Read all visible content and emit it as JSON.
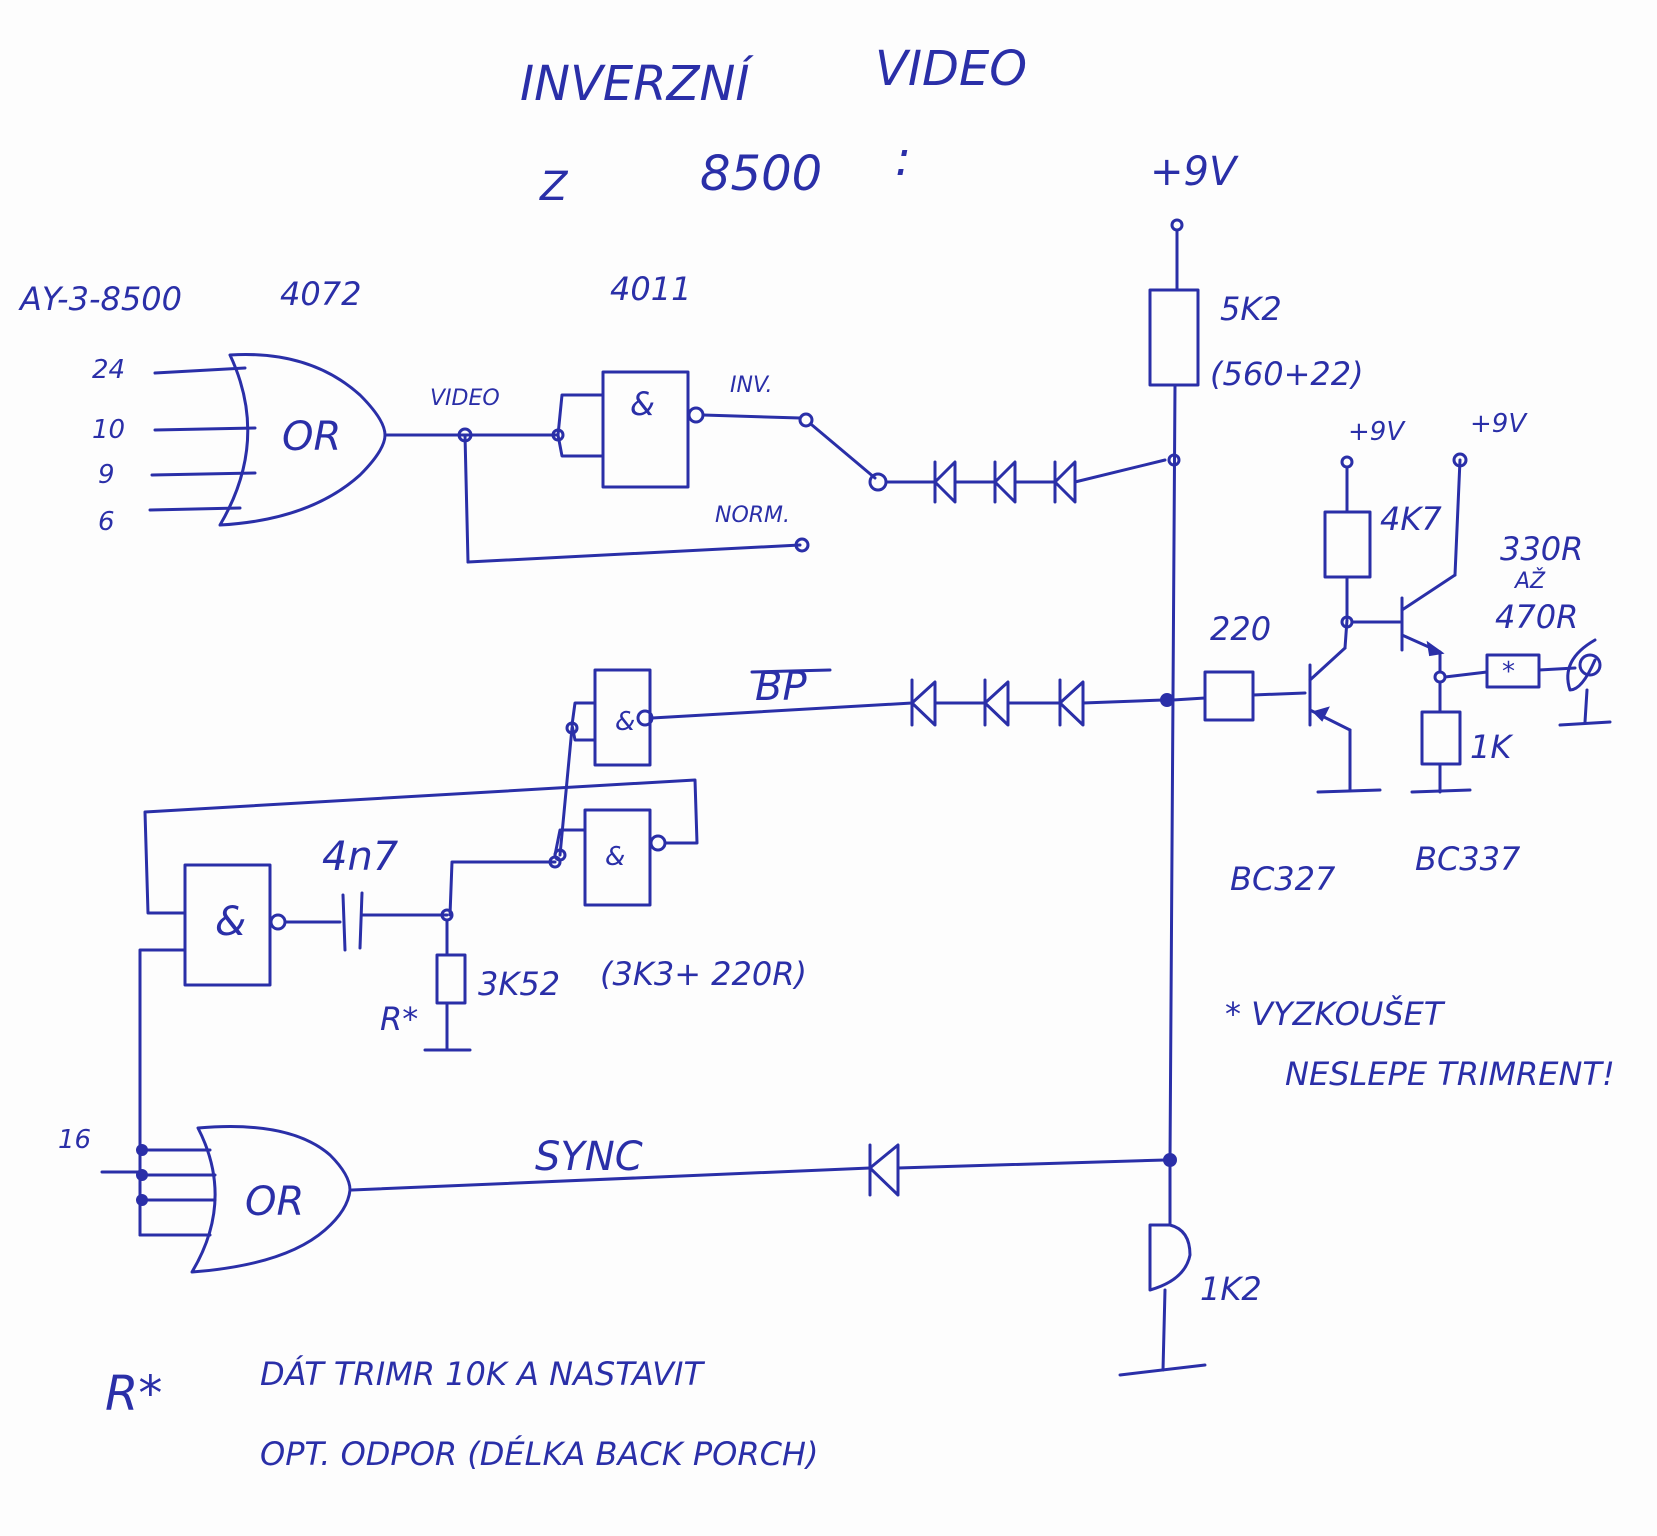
{
  "title": {
    "line1a": "INVERZNÍ",
    "line1b": "VIDEO",
    "line2a": "Z",
    "line2b": "8500",
    "line2c": ":"
  },
  "chips": {
    "ay": "AY-3-8500",
    "or_chip": "4072",
    "nand_chip": "4011"
  },
  "pins": {
    "p24": "24",
    "p10": "10",
    "p9": "9",
    "p6": "6",
    "p16": "16"
  },
  "gates": {
    "or_top": "OR",
    "or_bottom": "OR",
    "nand_inv": "&",
    "nand_bp_top": "&",
    "nand_bp_mid": "&",
    "nand_left": "&"
  },
  "signals": {
    "video": "VIDEO",
    "inv": "INV.",
    "norm": "NORM.",
    "bp": "BP",
    "sync": "SYNC"
  },
  "supply": {
    "top": "+9V",
    "left_tr": "+9V",
    "right_tr": "+9V"
  },
  "components": {
    "r_top": "5K2",
    "r_top_note": "(560+22)",
    "r_bottom": "1K2",
    "r_base": "220",
    "r_collector": "4K7",
    "r_emitter": "1K",
    "r_out_a": "330R",
    "r_out_b": "AŽ",
    "r_out_c": "470R",
    "r_out_mark": "*",
    "cap": "4n7",
    "r_timing": "3K52",
    "r_timing_note": "(3K3+ 220R)",
    "r_star": "R*",
    "t1": "BC327",
    "t2": "BC337"
  },
  "notes": {
    "star_note_a": "* VYZKOUŠET",
    "star_note_b": "NESLEPE TRIMRENT!",
    "r_label": "R*",
    "bottom_a": "DÁT TRIMR 10K A NASTAVIT",
    "bottom_b": "OPT. ODPOR (DÉLKA BACK PORCH)"
  }
}
